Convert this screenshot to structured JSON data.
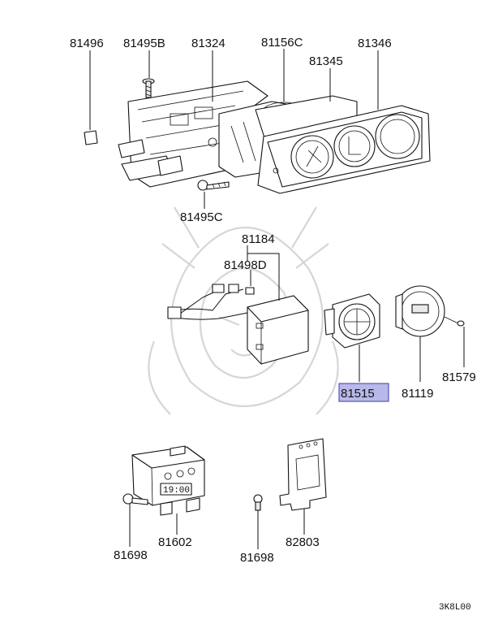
{
  "diagram": {
    "sheet_code": "3K8L00",
    "highlight_color": "#b8b8ea",
    "parts": {
      "p81496": "81496",
      "p81495b": "81495B",
      "p81324": "81324",
      "p81156c": "81156C",
      "p81345": "81345",
      "p81346": "81346",
      "p81495c": "81495C",
      "p81184": "81184",
      "p81498d": "81498D",
      "p81515": "81515",
      "p81119": "81119",
      "p81579": "81579",
      "p81602": "81602",
      "p81698_left": "81698",
      "p81698_right": "81698",
      "p82803": "82803"
    }
  }
}
